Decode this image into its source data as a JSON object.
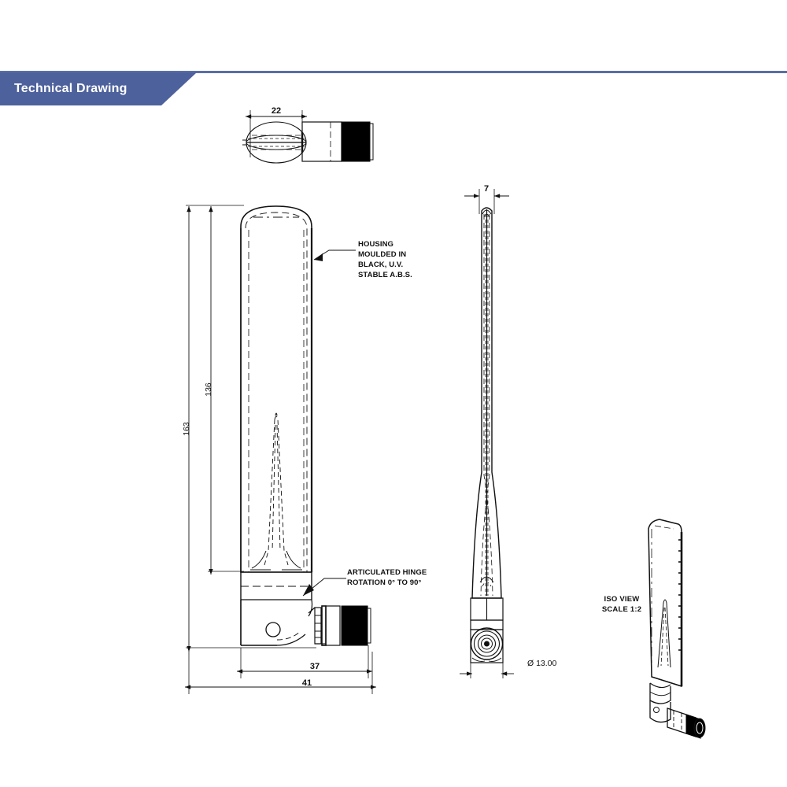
{
  "header": {
    "title": "Technical Drawing",
    "banner_color": "#4d619c",
    "rule_color": "#5a6ea8"
  },
  "drawing": {
    "background": "#ffffff",
    "line_color": "#111111",
    "fill_black": "#000000",
    "notes": {
      "housing": {
        "line1": "HOUSING",
        "line2": "MOULDED IN",
        "line3": "BLACK, U.V.",
        "line4": "STABLE A.B.S."
      },
      "hinge": {
        "line1": "ARTICULATED HINGE",
        "line2": "ROTATION 0° TO 90°"
      },
      "iso": {
        "line1": "ISO VIEW",
        "line2": "SCALE 1:2"
      }
    },
    "dimensions": {
      "top_width": "22",
      "overall_height": "163",
      "housing_height": "136",
      "side_width": "7",
      "connector_length": "37",
      "overall_length": "41",
      "connector_diameter": "Ø 13.00"
    }
  }
}
